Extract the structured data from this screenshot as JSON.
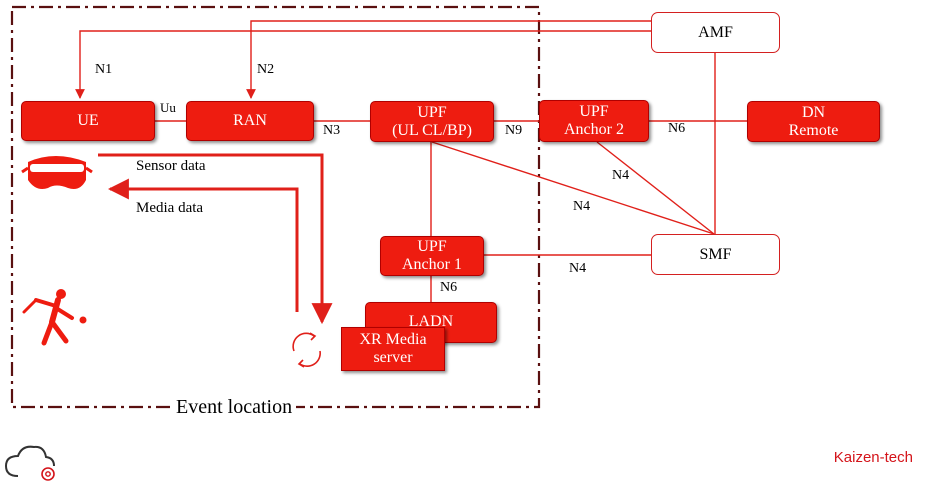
{
  "nodes": {
    "ue": "UE",
    "ran": "RAN",
    "upf_ulcl_line1": "UPF",
    "upf_ulcl_line2": "(UL CL/BP)",
    "upf_anchor2_line1": "UPF",
    "upf_anchor2_line2": "Anchor 2",
    "dn_line1": "DN",
    "dn_line2": "Remote",
    "amf": "AMF",
    "smf": "SMF",
    "upf_anchor1_line1": "UPF",
    "upf_anchor1_line2": "Anchor 1",
    "ladn": "LADN",
    "xr_line1": "XR Media",
    "xr_line2": "server"
  },
  "interfaces": {
    "n1": "N1",
    "n2": "N2",
    "uu": "Uu",
    "n3": "N3",
    "n9": "N9",
    "n6_remote": "N6",
    "n4_anchor2": "N4",
    "n4_ulcl": "N4",
    "n4_anchor1": "N4",
    "n6_ladn": "N6"
  },
  "flows": {
    "sensor": "Sensor data",
    "media": "Media data"
  },
  "event_location": "Event location",
  "brand": "Kaizen-tech",
  "icons": [
    "vr-headset-icon",
    "cricket-player-icon",
    "sync-arrows-icon",
    "cloud-gear-logo-icon"
  ],
  "colors": {
    "accent": "#ee1c10",
    "border": "#d42020",
    "frame": "#5a1010"
  }
}
